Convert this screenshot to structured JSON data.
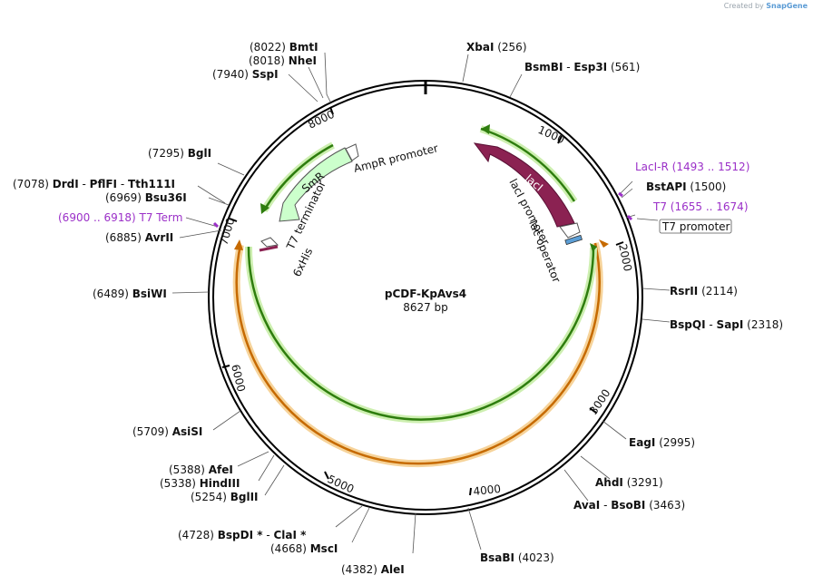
{
  "credit": {
    "prefix": "Created by",
    "brand": "SnapGene"
  },
  "plasmid": {
    "name": "pCDF-KpAvs4",
    "size": "8627 bp"
  },
  "ticks": [
    "1000",
    "2000",
    "3000",
    "4000",
    "5000",
    "6000",
    "7000",
    "8000"
  ],
  "enzymes": {
    "bmti": {
      "pos": "(8022)",
      "name": "BmtI"
    },
    "nhei": {
      "pos": "(8018)",
      "name": "NheI"
    },
    "sspi": {
      "pos": "(7940)",
      "name": "SspI"
    },
    "xbai": {
      "name": "XbaI",
      "pos": "(256)"
    },
    "bsmbi": {
      "name": "BsmBI",
      "sep": "-",
      "name2": "Esp3I",
      "pos": "(561)"
    },
    "bgli": {
      "pos": "(7295)",
      "name": "BglI"
    },
    "drdi": {
      "pos": "(7078)",
      "name": "DrdI",
      "sep": "-",
      "name2": "PflFI",
      "sep2": "-",
      "name3": "Tth111I"
    },
    "bsu36i": {
      "pos": "(6969)",
      "name": "Bsu36I"
    },
    "t7term": {
      "pos": "(6900 .. 6918)",
      "name": "T7 Term"
    },
    "avrii": {
      "pos": "(6885)",
      "name": "AvrII"
    },
    "lacir": {
      "name": "LacI-R",
      "pos": "(1493 .. 1512)"
    },
    "bstapi": {
      "name": "BstAPI",
      "pos": "(1500)"
    },
    "t7": {
      "name": "T7",
      "pos": "(1655 .. 1674)"
    },
    "t7promoter": {
      "name": "T7 promoter"
    },
    "bsiwi": {
      "pos": "(6489)",
      "name": "BsiWI"
    },
    "rsrii": {
      "name": "RsrII",
      "pos": "(2114)"
    },
    "bspqi": {
      "name": "BspQI",
      "sep": "-",
      "name2": "SapI",
      "pos": "(2318)"
    },
    "eagi": {
      "name": "EagI",
      "pos": "(2995)"
    },
    "asisi": {
      "pos": "(5709)",
      "name": "AsiSI"
    },
    "afei": {
      "pos": "(5388)",
      "name": "AfeI"
    },
    "hindiii": {
      "pos": "(5338)",
      "name": "HindIII"
    },
    "bglii": {
      "pos": "(5254)",
      "name": "BglII"
    },
    "ahdi": {
      "name": "AhdI",
      "pos": "(3291)"
    },
    "avai": {
      "name": "AvaI",
      "sep": "-",
      "name2": "BsoBI",
      "pos": "(3463)"
    },
    "bspdi": {
      "pos": "(4728)",
      "name": "BspDI *",
      "sep": "-",
      "name2": "ClaI *"
    },
    "msci": {
      "pos": "(4668)",
      "name": "MscI"
    },
    "alei": {
      "pos": "(4382)",
      "name": "AleI"
    },
    "bsabi": {
      "name": "BsaBI",
      "pos": "(4023)"
    }
  },
  "features": {
    "smr": "SmR",
    "ampr_promoter": "AmpR promoter",
    "t7_terminator": "T7 terminator",
    "his6": "6xHis",
    "laci": "lacI",
    "laci_promoter": "lacI promoter",
    "lac_operator": "lac operator"
  },
  "colors": {
    "backbone": "#000000",
    "laci_fill": "#8b2252",
    "smr_fill": "#ccffcc",
    "orf_green": "#2e7d0e",
    "orf_orange": "#c66a00",
    "feature_purple": "#9b30c8",
    "operator_blue": "#5b9ed6"
  }
}
